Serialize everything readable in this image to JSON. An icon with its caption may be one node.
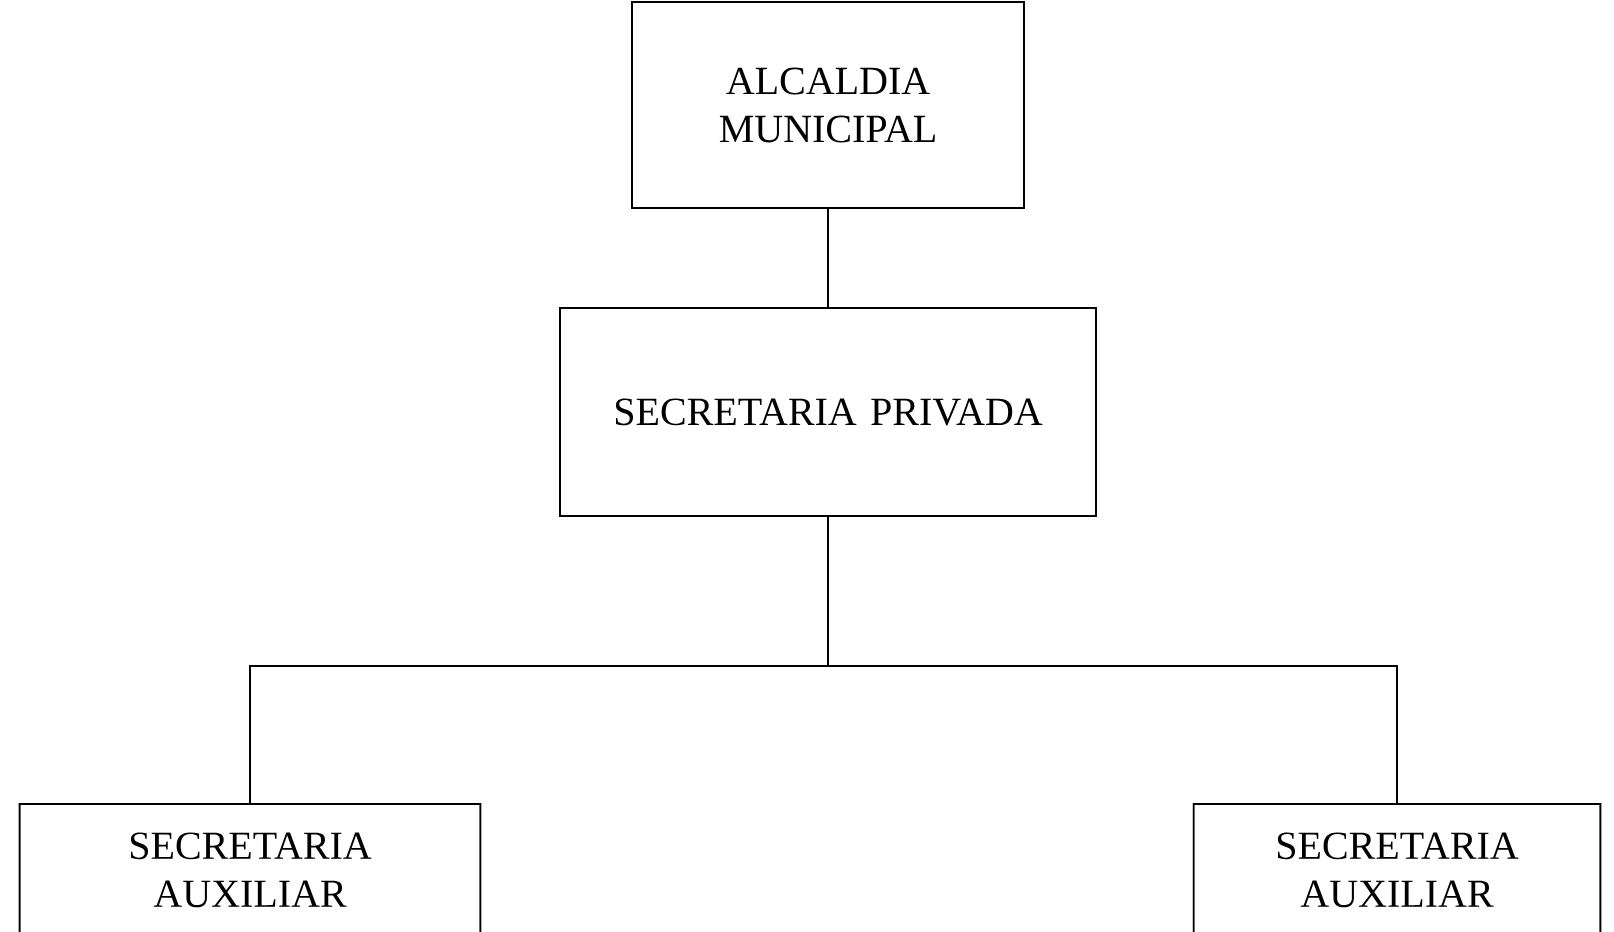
{
  "diagram": {
    "nodes": [
      {
        "text": [
          "ALCALDIA MUNICIPAL"
        ]
      },
      {
        "text": [
          "SECRETARIA PRIVADA"
        ]
      },
      {
        "text": [
          "SECRETARIA AUXILIAR"
        ]
      },
      {
        "text": [
          "SECRETARIA AUXILIAR"
        ]
      }
    ],
    "edges": [
      {
        "from": 0,
        "to": 1,
        "arrow": "none"
      },
      {
        "from": 1,
        "to": 2,
        "arrow": "none"
      },
      {
        "from": 1,
        "to": 3,
        "arrow": "none"
      }
    ]
  }
}
